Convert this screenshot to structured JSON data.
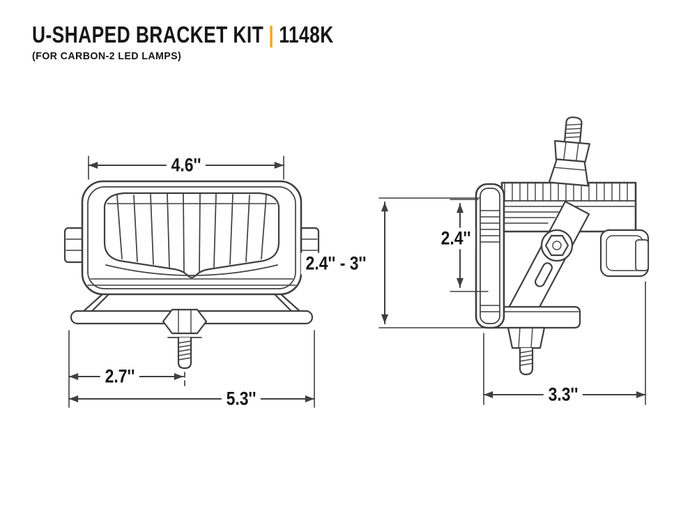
{
  "header": {
    "title": "U-SHAPED BRACKET KIT",
    "separator": "|",
    "model": "1148K",
    "subtitle": "(FOR CARBON-2 LED LAMPS)"
  },
  "colors": {
    "accent": "#F7A11A",
    "line": "#3F3F3F",
    "text": "#151515",
    "background": "#FFFFFF"
  },
  "views": {
    "front": {
      "name": "front view of lamp with u-bracket",
      "dims": {
        "inner_width": "4.6''",
        "center_offset": "2.7''",
        "overall_width": "5.3''"
      }
    },
    "side": {
      "name": "side view of lamp with u-bracket",
      "dims": {
        "height_range": "2.4'' - 3''",
        "body_height": "2.4''",
        "overall_depth": "3.3''"
      }
    }
  }
}
